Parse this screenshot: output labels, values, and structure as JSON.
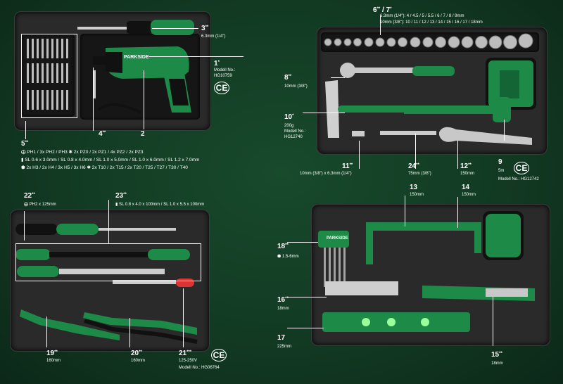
{
  "brand": "PARKSIDE",
  "items": {
    "i1": {
      "num": "1",
      "sup": "*",
      "l1": "Modell No.:",
      "l2": "HG10759"
    },
    "i2": {
      "num": "2"
    },
    "i3": {
      "num": "3",
      "sup": "**",
      "spec": "6.3mm (1/4\")"
    },
    "i4": {
      "num": "4",
      "sup": "**"
    },
    "i5": {
      "num": "5",
      "sup": "**"
    },
    "i6": {
      "num": "6",
      "sup": "**"
    },
    "i7": {
      "num": "7",
      "sup": "*"
    },
    "i8": {
      "num": "8",
      "sup": "**",
      "spec": "10mm (3/8\")"
    },
    "i9": {
      "num": "9",
      "l1": "5m",
      "l2": "Modell No.: HG12742"
    },
    "i10": {
      "num": "10",
      "sup": "*",
      "l1": "200g",
      "l2": "Modell No.:",
      "l3": "HG12740"
    },
    "i11": {
      "num": "11",
      "sup": "**",
      "spec": "10mm (3/8\") x 6.3mm (1/4\")"
    },
    "i12": {
      "num": "12",
      "sup": "**",
      "spec": "150mm"
    },
    "i13": {
      "num": "13",
      "spec": "150mm"
    },
    "i14": {
      "num": "14",
      "spec": "150mm"
    },
    "i15": {
      "num": "15",
      "sup": "**",
      "spec": "18mm"
    },
    "i16": {
      "num": "16",
      "sup": "**",
      "spec": "18mm"
    },
    "i17": {
      "num": "17",
      "spec": "225mm"
    },
    "i18": {
      "num": "18",
      "sup": "**",
      "spec": "1.5-6mm"
    },
    "i19": {
      "num": "19",
      "sup": "**",
      "spec": "160mm"
    },
    "i20": {
      "num": "20",
      "sup": "**",
      "spec": "160mm"
    },
    "i21": {
      "num": "21",
      "sup": "***",
      "l1": "125-250V",
      "l2": "Modell No.: HG06764"
    },
    "i22": {
      "num": "22",
      "sup": "**",
      "spec": "PH2 x 125mm"
    },
    "i23": {
      "num": "23",
      "sup": "**",
      "spec": "SL 0.8 x 4.0 x 100mm  /  SL 1.0 x 5.5 x 100mm"
    },
    "i24": {
      "num": "24",
      "sup": "**",
      "spec": "75mm (3/8\")"
    }
  },
  "sockets": {
    "row1": "6.3mm (1/4\"): 4  /  4.5  /  5  /  5.5  /  6  /  7  /  8  /  9mm",
    "row2": "10mm (3/8\"): 10  /  11  /  12  /  13  /  14  /  15  /  16  /  17  /  18mm"
  },
  "bits": {
    "row1": "PH1  /  3x PH2  /  PH3  ✱ 2x PZ0  /  2x PZ1  /  4x PZ2  /  2x PZ3",
    "row2": "SL 0.6 x 3.0mm  /  SL 0.8 x 4.0mm  /  SL 1.0 x 5.0mm  /  SL 1.0 x 6.0mm  /  SL 1.2 x 7.0mm",
    "row3": "2x H3  /  2x H4  /  3x H5  /  3x H6  ✱ 2x T10  /  2x T15  /  2x T20  /  T25  /  T27  /  T30  /  T40"
  },
  "ce": "CE",
  "colors": {
    "bg": "#123a23",
    "green": "#1e8a48",
    "tray": "#2a2a2a"
  }
}
